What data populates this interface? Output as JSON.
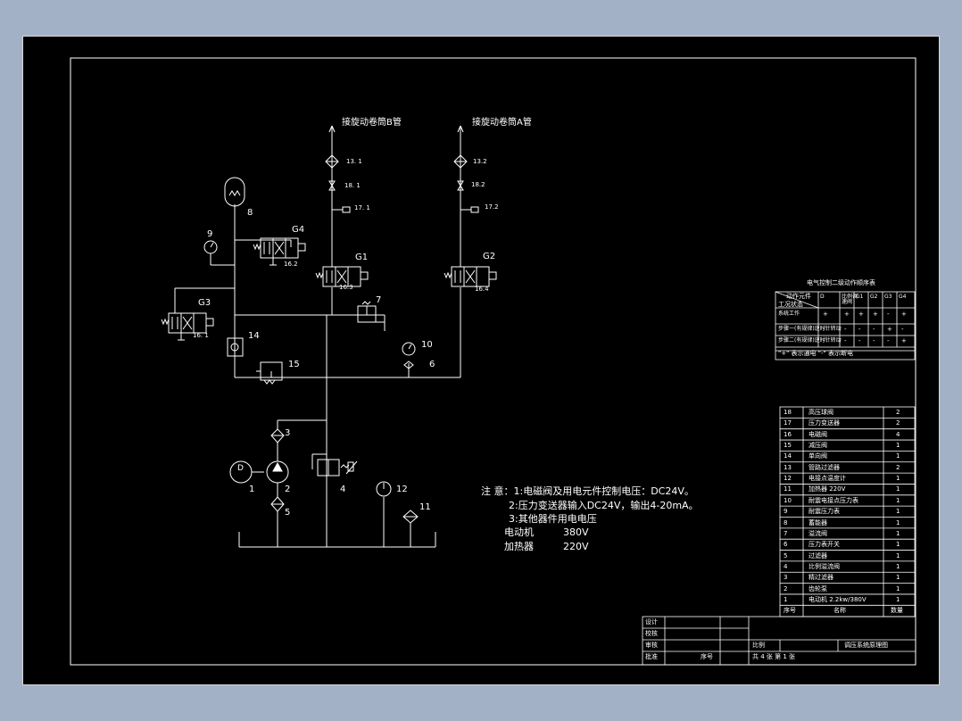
{
  "header_a": "接旋动卷筒B管",
  "header_b": "接旋动卷筒A管",
  "valve_labels": {
    "g1": "G1",
    "g2": "G2",
    "g3": "G3",
    "g4": "G4"
  },
  "component_numbers": {
    "n1": "1",
    "n2": "2",
    "n3": "3",
    "n4": "4",
    "n5": "5",
    "n6": "6",
    "n7": "7",
    "n8": "8",
    "n9": "9",
    "n10": "10",
    "n11": "11",
    "n12": "12",
    "n14": "14",
    "n15": "15",
    "n13_1": "13. 1",
    "n13_2": "13.2",
    "n18_1": "18. 1",
    "n18_2": "18.2",
    "n17_1": "17. 1",
    "n17_2": "17.2",
    "n16_1": "16. 1",
    "n16_2": "16.2",
    "n16_3": "16.3",
    "n16_4": "16.4",
    "motor": "D"
  },
  "notes": {
    "line1": "注 意：1:电磁阀及用电元件控制电压：DC24V。",
    "line2": "2:压力变送器输入DC24V，输出4-20mA。",
    "line3": "3:其他器件用电电压",
    "motor_label": "电动机",
    "motor_value": "380V",
    "heater_label": "加热器",
    "heater_value": "220V"
  },
  "control_table": {
    "title": "电气控制二级动作顺序表",
    "h_action": "动作元件",
    "h_state": "工况状态",
    "h_cols": [
      "D",
      "比例调速阀",
      "G1",
      "G2",
      "G3",
      "G4"
    ],
    "rows": [
      {
        "label": "系统工作",
        "cells": [
          "+",
          "+",
          "+",
          "+",
          "-",
          "+"
        ]
      },
      {
        "label": "步骤一(有规律)逆时针转动",
        "cells": [
          "-",
          "-",
          "-",
          "-",
          "+",
          "-"
        ]
      },
      {
        "label": "步骤二(有规律)逆时针转动",
        "cells": [
          "-",
          "-",
          "-",
          "-",
          "-",
          "+"
        ]
      }
    ],
    "footnote": "\"+\" 表示通电  \"-\" 表示断电"
  },
  "parts_list": {
    "h_no": "序号",
    "h_name": "名称",
    "h_qty": "数量",
    "rows": [
      {
        "no": "18",
        "name": "高压球阀",
        "qty": "2"
      },
      {
        "no": "17",
        "name": "压力变送器",
        "qty": "2"
      },
      {
        "no": "16",
        "name": "电磁阀",
        "qty": "4"
      },
      {
        "no": "15",
        "name": "减压阀",
        "qty": "1"
      },
      {
        "no": "14",
        "name": "单向阀",
        "qty": "1"
      },
      {
        "no": "13",
        "name": "管路过滤器",
        "qty": "2"
      },
      {
        "no": "12",
        "name": "电接点温度计",
        "qty": "1"
      },
      {
        "no": "11",
        "name": "加热器 220V",
        "qty": "1"
      },
      {
        "no": "10",
        "name": "耐震电接点压力表",
        "qty": "1"
      },
      {
        "no": "9",
        "name": "耐震压力表",
        "qty": "1"
      },
      {
        "no": "8",
        "name": "蓄能器",
        "qty": "1"
      },
      {
        "no": "7",
        "name": "溢流阀",
        "qty": "1"
      },
      {
        "no": "6",
        "name": "压力表开关",
        "qty": "1"
      },
      {
        "no": "5",
        "name": "过滤器",
        "qty": "1"
      },
      {
        "no": "4",
        "name": "比例溢流阀",
        "qty": "1"
      },
      {
        "no": "3",
        "name": "精过滤器",
        "qty": "1"
      },
      {
        "no": "2",
        "name": "齿轮泵",
        "qty": "1"
      },
      {
        "no": "1",
        "name": "电动机 2.2kw/380V",
        "qty": "1"
      }
    ]
  },
  "title_block": {
    "design": "设计",
    "check": "校核",
    "review": "审核",
    "approve": "批准",
    "scale": "比例",
    "sheet": "共 4 张  第 1 张",
    "drawing_title": "调压系统原理图",
    "number": "序号"
  },
  "colors": {
    "background": "#000000",
    "line": "#ffffff",
    "outer": "#a3b1c7"
  }
}
